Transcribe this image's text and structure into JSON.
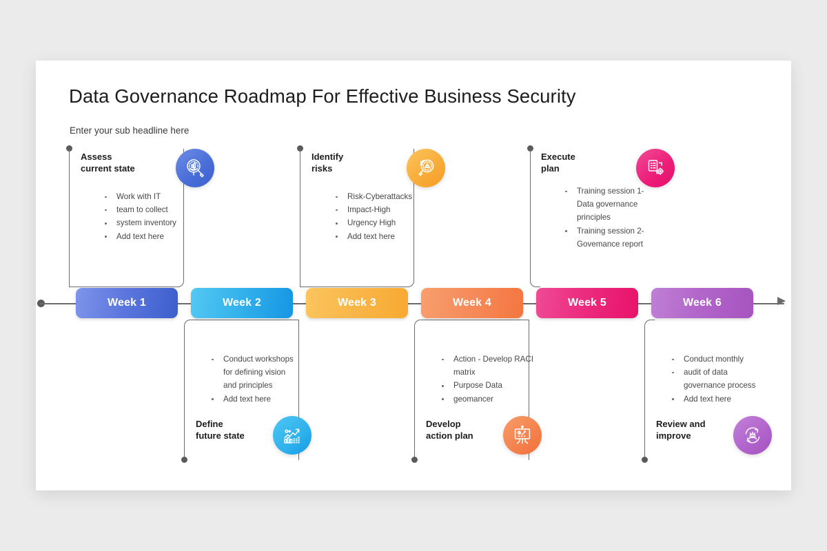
{
  "slide": {
    "title": "Data Governance Roadmap For Effective Business Security",
    "subtitle": "Enter your sub headline here",
    "background_color": "#ebebeb",
    "card_color": "#ffffff"
  },
  "timeline": {
    "line_color": "#6b6b6b",
    "weeks": [
      {
        "label": "Week 1",
        "color_from": "#7e95ea",
        "color_to": "#3b5fcc"
      },
      {
        "label": "Week 2",
        "color_from": "#54c8f2",
        "color_to": "#1596e3"
      },
      {
        "label": "Week 3",
        "color_from": "#fbc55e",
        "color_to": "#f7a932"
      },
      {
        "label": "Week 4",
        "color_from": "#f79f6d",
        "color_to": "#f4763f"
      },
      {
        "label": "Week 5",
        "color_from": "#ef4b96",
        "color_to": "#e8136a"
      },
      {
        "label": "Week 6",
        "color_from": "#c07fd6",
        "color_to": "#a653bf"
      }
    ]
  },
  "milestones": {
    "assess": {
      "heading": "Assess\ncurrent state",
      "icon": "magnifier-chart-icon",
      "color": "#4a6fd8",
      "position": "above",
      "week": "Week 1",
      "bullets": [
        "Work with IT",
        "team to collect",
        "system inventory",
        "Add text here"
      ]
    },
    "define": {
      "heading": "Define\nfuture state",
      "icon": "growth-chart-icon",
      "color": "#2fb1ec",
      "position": "below",
      "week": "Week 2",
      "bullets": [
        "Conduct workshops\nfor defining vision\nand principles",
        "Add text here"
      ]
    },
    "identify": {
      "heading": "Identify\nrisks",
      "icon": "magnifier-warning-icon",
      "color": "#f8ab38",
      "position": "above",
      "week": "Week 3",
      "bullets": [
        "Risk-Cyberattacks",
        "Impact-High",
        "Urgency High",
        "Add text here"
      ]
    },
    "develop": {
      "heading": "Develop\naction plan",
      "icon": "presentation-board-icon",
      "color": "#f4814c",
      "position": "below",
      "week": "Week 4",
      "bullets": [
        "Action - Develop RACI\nmatrix",
        "Purpose Data",
        "geomancer"
      ]
    },
    "execute": {
      "heading": "Execute\nplan",
      "icon": "checklist-gear-icon",
      "color": "#ec1d78",
      "position": "above",
      "week": "Week 5",
      "bullets": [
        "Training session 1-\nData governance\nprinciples",
        "Training session 2-\nGovemance report"
      ]
    },
    "review": {
      "heading": "Review and\nimprove",
      "icon": "gear-refresh-people-icon",
      "color": "#b063cb",
      "position": "below",
      "week": "Week 6",
      "bullets": [
        "Conduct monthly",
        "audit of data\ngovernance process",
        "Add text here"
      ]
    }
  }
}
